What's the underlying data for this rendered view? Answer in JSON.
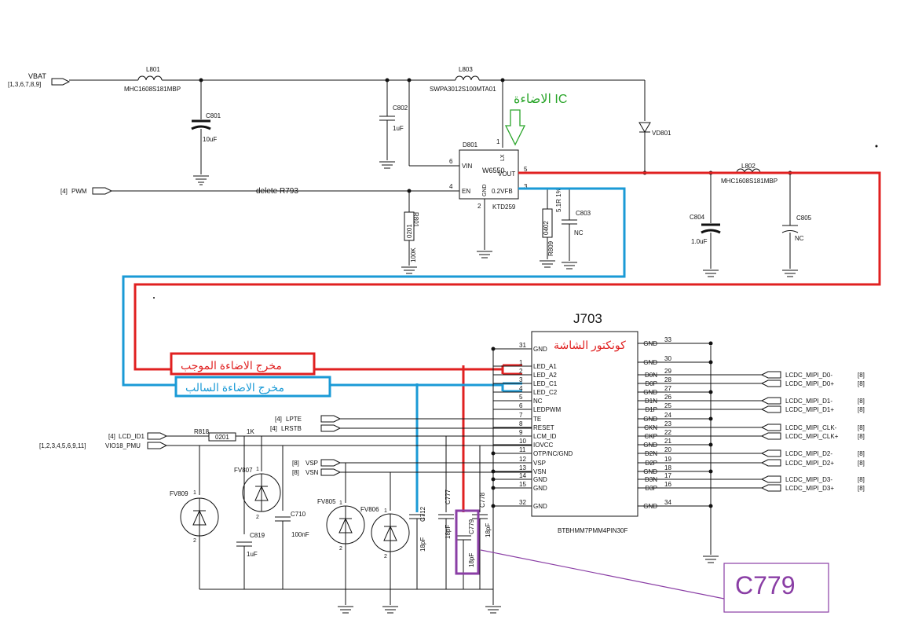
{
  "labels": {
    "vbat": "VBAT",
    "vbat_ref": "[1,3,6,7,8,9]",
    "l801": "L801",
    "l801_part": "MHC1608S181MBP",
    "c801": "C801",
    "c801_val": "10uF",
    "l803": "L803",
    "l803_part": "SWPA3012S100MTA01",
    "c802": "C802",
    "c802_val": "1uF",
    "ic_note": "الاضاءة IC",
    "d801": "D801",
    "ic_part": "W6550",
    "ic_alt": "KTD259",
    "vin": "VIN",
    "vout": "VOUT",
    "en": "EN",
    "gnd": "GND",
    "lx": "LX",
    "fb": "0.2VFB",
    "pin6": "6",
    "pin4": "4",
    "pin5": "5",
    "pin3": "3",
    "pin2": "2",
    "pin1": "1",
    "vd801": "VD801",
    "l802": "L802",
    "l802_part": "MHC1608S181MBP",
    "c804": "C804",
    "c804_val": "1.0uF",
    "c805": "C805",
    "c805_val": "NC",
    "pwm": "PWM",
    "pwm_ref": "[4]",
    "delete_note": "delete R793",
    "r801": "R801",
    "r801_pkg": "0201",
    "r801_val": "100K",
    "r809": "R809",
    "r809_pkg": "0402",
    "r809_val": "5.1R 1%",
    "c803": "C803",
    "c803_val": "NC",
    "j703": "J703",
    "connector_note": "كونكتور الشاشة",
    "led_pos_note": "مخرج الاضاءة الموجب",
    "led_neg_note": "مخرج الاضاءة السالب",
    "conn_part": "BTBHMM7PMM4PIN30F",
    "lcd_id": "LCD_ID1",
    "lcd_id_ref": "[4]",
    "vio": "VIO18_PMU",
    "vio_ref": "[1,2,3,4,5,6,9,11]",
    "r818": "R818",
    "r818_pkg": "0201",
    "r818_val": "1K",
    "lpte": "LPTE",
    "lpte_ref": "[4]",
    "lrstb": "LRSTB",
    "lrstb_ref": "[4]",
    "vsp": "VSP",
    "vsp_ref": "[8]",
    "vsn": "VSN",
    "vsn_ref": "[8]",
    "fv809": "FV809",
    "fv807": "FV807",
    "fv805": "FV805",
    "fv806": "FV806",
    "c710": "C710",
    "c710_val": "100nF",
    "c819": "C819",
    "c819_val": "1uF",
    "c712": "C712",
    "c712_val": "18pF",
    "c777": "C777",
    "c777_val": "18pF",
    "c778": "C778",
    "c778_val": "18pF",
    "c779": "C779",
    "c779_val": "18pF",
    "callout": "C779",
    "mipi_ref": "[8]",
    "d1": "1",
    "d2": "2"
  },
  "conn_left_pins": [
    {
      "num": "31",
      "name": "GND"
    },
    {
      "num": "1",
      "name": "LED_A1"
    },
    {
      "num": "2",
      "name": "LED_A2"
    },
    {
      "num": "3",
      "name": "LED_C1"
    },
    {
      "num": "4",
      "name": "LED_C2"
    },
    {
      "num": "5",
      "name": "NC"
    },
    {
      "num": "6",
      "name": "LEDPWM"
    },
    {
      "num": "7",
      "name": "TE"
    },
    {
      "num": "8",
      "name": "RESET"
    },
    {
      "num": "9",
      "name": "LCM_ID"
    },
    {
      "num": "10",
      "name": "IOVCC"
    },
    {
      "num": "11",
      "name": "OTP/NC/GND"
    },
    {
      "num": "12",
      "name": "VSP"
    },
    {
      "num": "13",
      "name": "VSN"
    },
    {
      "num": "14",
      "name": "GND"
    },
    {
      "num": "15",
      "name": "GND"
    },
    {
      "num": "32",
      "name": "GND"
    }
  ],
  "conn_right_pins": [
    {
      "num": "33",
      "name": "GND"
    },
    {
      "num": "30",
      "name": "GND"
    },
    {
      "num": "29",
      "name": "D0N"
    },
    {
      "num": "28",
      "name": "D0P"
    },
    {
      "num": "27",
      "name": "GND"
    },
    {
      "num": "26",
      "name": "D1N"
    },
    {
      "num": "25",
      "name": "D1P"
    },
    {
      "num": "24",
      "name": "GND"
    },
    {
      "num": "23",
      "name": "CKN"
    },
    {
      "num": "22",
      "name": "CKP"
    },
    {
      "num": "21",
      "name": "GND"
    },
    {
      "num": "20",
      "name": "D2N"
    },
    {
      "num": "19",
      "name": "D2P"
    },
    {
      "num": "18",
      "name": "GND"
    },
    {
      "num": "17",
      "name": "D3N"
    },
    {
      "num": "16",
      "name": "D3P"
    },
    {
      "num": "34",
      "name": "GND"
    }
  ],
  "mipi_nets": [
    "LCDC_MIPI_D0-",
    "LCDC_MIPI_D0+",
    "LCDC_MIPI_D1-",
    "LCDC_MIPI_D1+",
    "LCDC_MIPI_CLK-",
    "LCDC_MIPI_CLK+",
    "LCDC_MIPI_D2-",
    "LCDC_MIPI_D2+",
    "LCDC_MIPI_D3-",
    "LCDC_MIPI_D3+"
  ],
  "colors": {
    "wire": "#111111",
    "led_positive": "#e02020",
    "led_negative": "#1a9ad6",
    "ic_note": "#2aa52a",
    "highlight": "#8a3ea5"
  }
}
